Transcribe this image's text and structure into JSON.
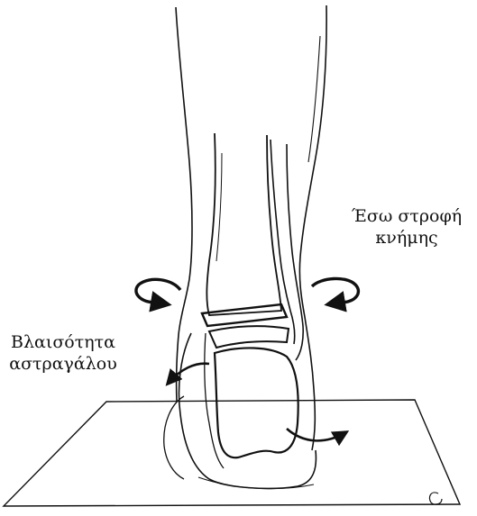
{
  "labels": {
    "tibial_internal_rotation": [
      "Έσω στροφή",
      "κνήμης"
    ],
    "talar_valgus": [
      "Βλαισότητα",
      "αστραγάλου"
    ]
  },
  "colors": {
    "ink": "#111111",
    "background": "#ffffff"
  },
  "icons": {
    "rotation_arrow_left": "curved-arrow-icon",
    "rotation_arrow_right": "curved-arrow-icon",
    "valgus_arrow_left": "curved-arrow-icon",
    "valgus_arrow_right": "curved-arrow-icon",
    "corner_mark": "copyright-mark-icon"
  }
}
